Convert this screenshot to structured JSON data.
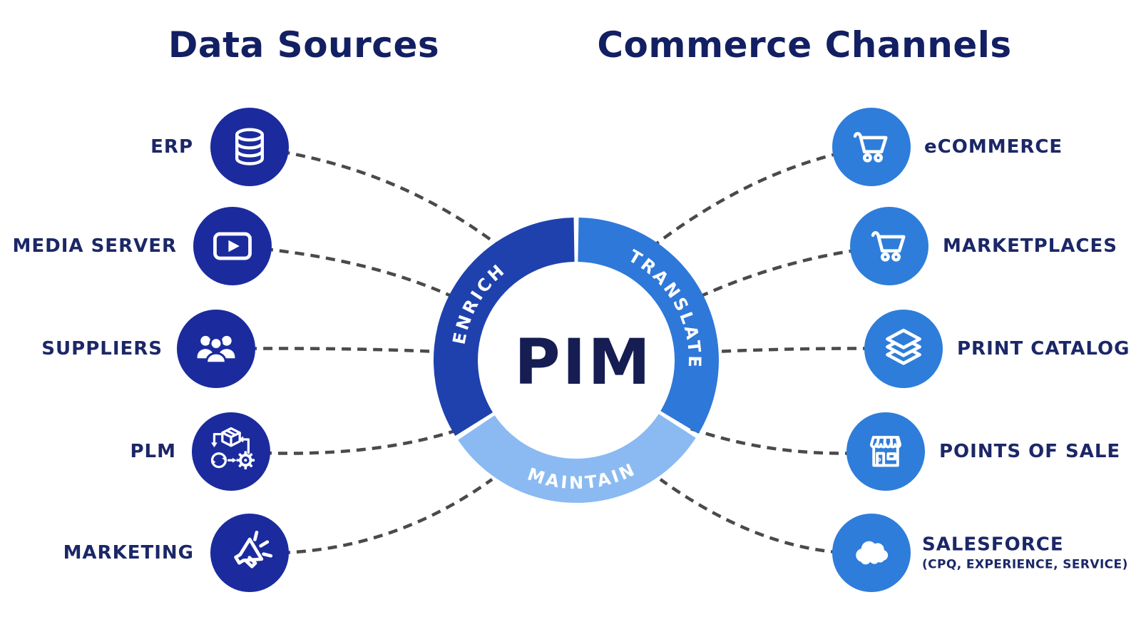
{
  "left": {
    "title": "Data Sources",
    "items": [
      {
        "label": "ERP",
        "icon": "database-icon"
      },
      {
        "label": "MEDIA SERVER",
        "icon": "video-player-icon"
      },
      {
        "label": "SUPPLIERS",
        "icon": "people-group-icon"
      },
      {
        "label": "PLM",
        "icon": "product-lifecycle-icon"
      },
      {
        "label": "MARKETING",
        "icon": "megaphone-icon"
      }
    ]
  },
  "right": {
    "title": "Commerce Channels",
    "items": [
      {
        "label": "eCOMMERCE",
        "icon": "shopping-cart-icon"
      },
      {
        "label": "MARKETPLACES",
        "icon": "shopping-cart-icon"
      },
      {
        "label": "PRINT CATALOG",
        "icon": "layers-icon"
      },
      {
        "label": "POINTS OF SALE",
        "icon": "storefront-icon"
      },
      {
        "label": "SALESFORCE",
        "sublabel": "(CPQ, EXPERIENCE, SERVICE)",
        "icon": "cloud-icon"
      }
    ]
  },
  "center": {
    "label": "PIM",
    "segments": [
      {
        "label": "TRANSLATE",
        "color": "#2e78d9"
      },
      {
        "label": "MAINTAIN",
        "color": "#8abaf1"
      },
      {
        "label": "ENRICH",
        "color": "#1e41ae"
      }
    ]
  },
  "colors": {
    "source_bubble": "#1b2b9e",
    "channel_bubble": "#2e7dda",
    "label_navy": "#1b2767",
    "title_navy": "#131f63",
    "pim_navy": "#151d52",
    "connector_gray": "#4a4a4a"
  }
}
